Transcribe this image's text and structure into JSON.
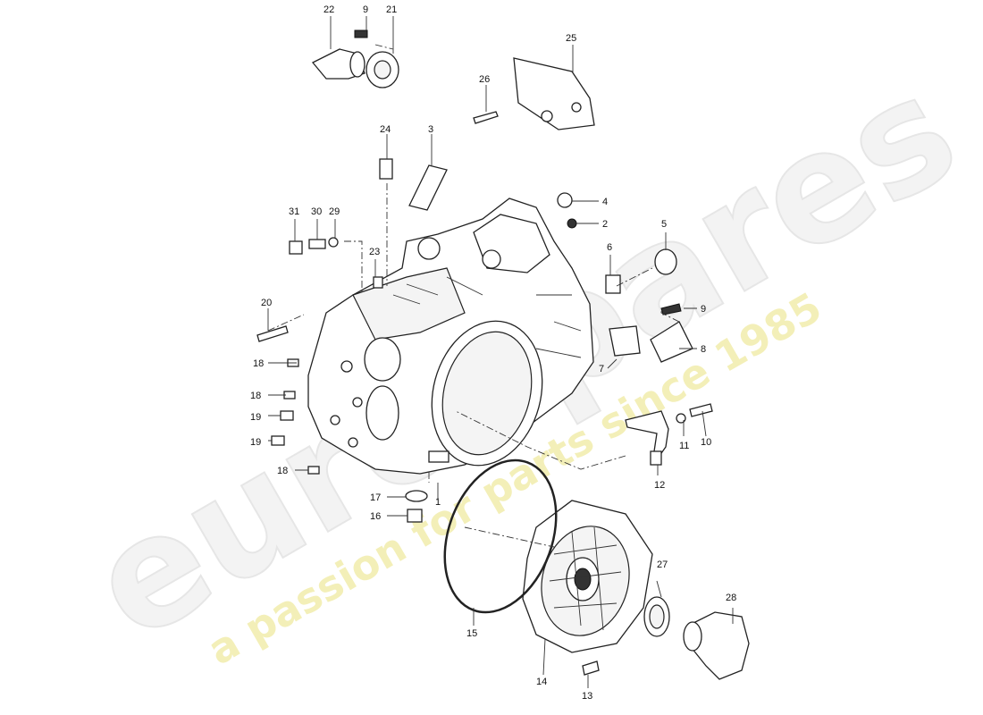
{
  "watermark": {
    "brand": "eurospares",
    "tagline": "a passion for parts since 1985"
  },
  "callouts": [
    {
      "id": "c22",
      "label": "22"
    },
    {
      "id": "c9a",
      "label": "9"
    },
    {
      "id": "c21",
      "label": "21"
    },
    {
      "id": "c25",
      "label": "25"
    },
    {
      "id": "c26",
      "label": "26"
    },
    {
      "id": "c24",
      "label": "24"
    },
    {
      "id": "c3",
      "label": "3"
    },
    {
      "id": "c4",
      "label": "4"
    },
    {
      "id": "c2",
      "label": "2"
    },
    {
      "id": "c5",
      "label": "5"
    },
    {
      "id": "c31",
      "label": "31"
    },
    {
      "id": "c30",
      "label": "30"
    },
    {
      "id": "c29",
      "label": "29"
    },
    {
      "id": "c23",
      "label": "23"
    },
    {
      "id": "c6",
      "label": "6"
    },
    {
      "id": "c20",
      "label": "20"
    },
    {
      "id": "c9b",
      "label": "9"
    },
    {
      "id": "c8",
      "label": "8"
    },
    {
      "id": "c7",
      "label": "7"
    },
    {
      "id": "c18a",
      "label": "18"
    },
    {
      "id": "c18b",
      "label": "18"
    },
    {
      "id": "c19a",
      "label": "19"
    },
    {
      "id": "c19b",
      "label": "19"
    },
    {
      "id": "c11",
      "label": "11"
    },
    {
      "id": "c10",
      "label": "10"
    },
    {
      "id": "c18c",
      "label": "18"
    },
    {
      "id": "c12",
      "label": "12"
    },
    {
      "id": "c17",
      "label": "17"
    },
    {
      "id": "c1",
      "label": "1"
    },
    {
      "id": "c16",
      "label": "16"
    },
    {
      "id": "c27",
      "label": "27"
    },
    {
      "id": "c28",
      "label": "28"
    },
    {
      "id": "c15",
      "label": "15"
    },
    {
      "id": "c14",
      "label": "14"
    },
    {
      "id": "c13",
      "label": "13"
    }
  ]
}
